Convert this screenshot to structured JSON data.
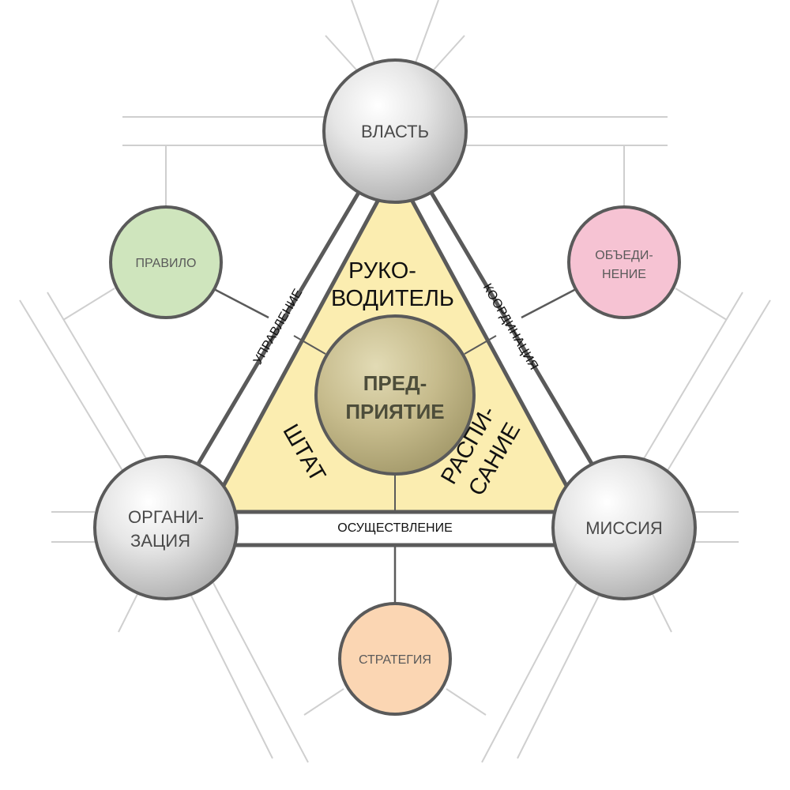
{
  "diagram": {
    "center": {
      "line1": "ПРЕД-",
      "line2": "ПРИЯТИЕ"
    },
    "vertices": {
      "top": {
        "label": "ВЛАСТЬ"
      },
      "left": {
        "line1": "ОРГАНИ-",
        "line2": "ЗАЦИЯ"
      },
      "right": {
        "label": "МИССИЯ"
      }
    },
    "edges": {
      "left": "УПРАВЛЕНИЕ",
      "right": "КООРДИНАЦИЯ",
      "bottom": "ОСУЩЕСТВЛЕНИЕ"
    },
    "sectors": {
      "top": {
        "line1": "РУКО-",
        "line2": "ВОДИТЕЛЬ"
      },
      "left": {
        "label": "ШТАТ"
      },
      "right": {
        "line1": "РАСПИ-",
        "line2": "САНИЕ"
      }
    },
    "satellites": {
      "upper_left": {
        "label": "ПРАВИЛО",
        "color": "#cfe5bd"
      },
      "upper_right": {
        "line1": "ОБЪЕДИ-",
        "line2": "НЕНИЕ",
        "color": "#f6c3d3"
      },
      "bottom": {
        "label": "СТРАТЕГИЯ",
        "color": "#fbd6b3"
      }
    },
    "colors": {
      "triangle_fill": "#fbedb0",
      "outline": "#5a5a5a",
      "center_ball": "#c7bd8a",
      "vertex_ball": "#d9d9d9",
      "background_lines": "#c8c8c8"
    }
  }
}
